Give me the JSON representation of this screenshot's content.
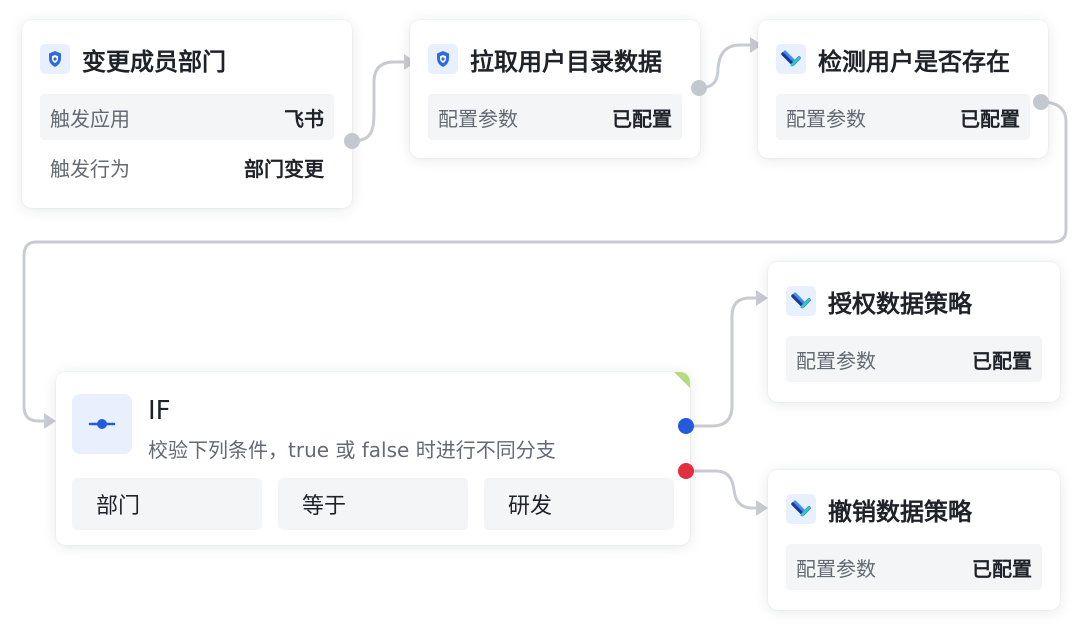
{
  "nodes": {
    "trigger": {
      "title": "变更成员部门",
      "icon": "shield-icon",
      "rows": [
        {
          "label": "触发应用",
          "value": "飞书"
        },
        {
          "label": "触发行为",
          "value": "部门变更"
        }
      ]
    },
    "fetch": {
      "title": "拉取用户目录数据",
      "icon": "shield-icon",
      "rows": [
        {
          "label": "配置参数",
          "value": "已配置"
        }
      ]
    },
    "check": {
      "title": "检测用户是否存在",
      "icon": "app-logo-icon",
      "rows": [
        {
          "label": "配置参数",
          "value": "已配置"
        }
      ]
    },
    "grant": {
      "title": "授权数据策略",
      "icon": "app-logo-icon",
      "rows": [
        {
          "label": "配置参数",
          "value": "已配置"
        }
      ]
    },
    "revoke": {
      "title": "撤销数据策略",
      "icon": "app-logo-icon",
      "rows": [
        {
          "label": "配置参数",
          "value": "已配置"
        }
      ]
    }
  },
  "if_node": {
    "title": "IF",
    "icon": "condition-icon",
    "description": "校验下列条件，true 或 false 时进行不同分支",
    "conditions": [
      "部门",
      "等于",
      "研发"
    ],
    "true_port_color": "#245bdb",
    "false_port_color": "#e22e3e"
  },
  "colors": {
    "connector": "#c3c8cf",
    "icon_blue": "#245bdb",
    "accent_green": "#b5dc7a"
  }
}
